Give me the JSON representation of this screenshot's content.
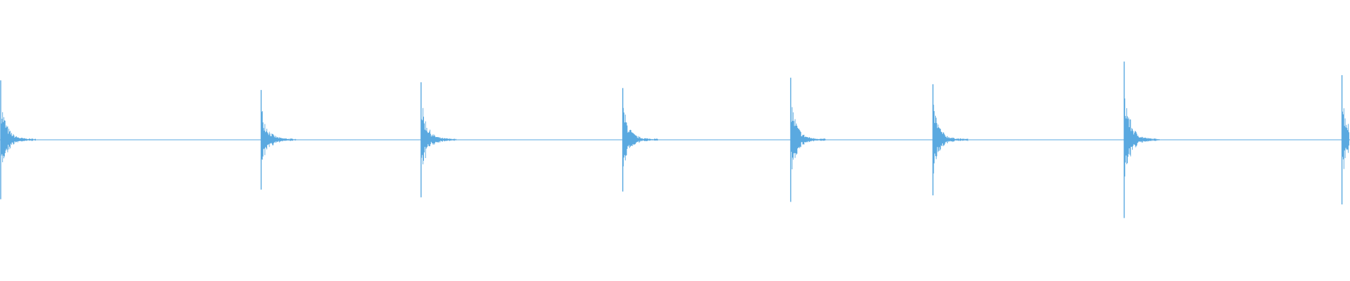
{
  "waveform": {
    "color": "#5aa9e0",
    "background": "#ffffff",
    "duration_s": 16.8,
    "amplitude_range": [
      -1,
      1
    ],
    "transients": [
      {
        "time_s": 0.0,
        "peak": 0.92,
        "trough": -0.92
      },
      {
        "time_s": 3.25,
        "peak": 0.77,
        "trough": -0.77
      },
      {
        "time_s": 5.24,
        "peak": 0.89,
        "trough": -0.89
      },
      {
        "time_s": 7.75,
        "peak": 0.8,
        "trough": -0.8
      },
      {
        "time_s": 9.84,
        "peak": 0.96,
        "trough": -0.96
      },
      {
        "time_s": 11.61,
        "peak": 0.86,
        "trough": -0.86
      },
      {
        "time_s": 13.99,
        "peak": 1.21,
        "trough": -1.21
      },
      {
        "time_s": 16.7,
        "peak": 1.0,
        "trough": -1.0
      }
    ]
  }
}
